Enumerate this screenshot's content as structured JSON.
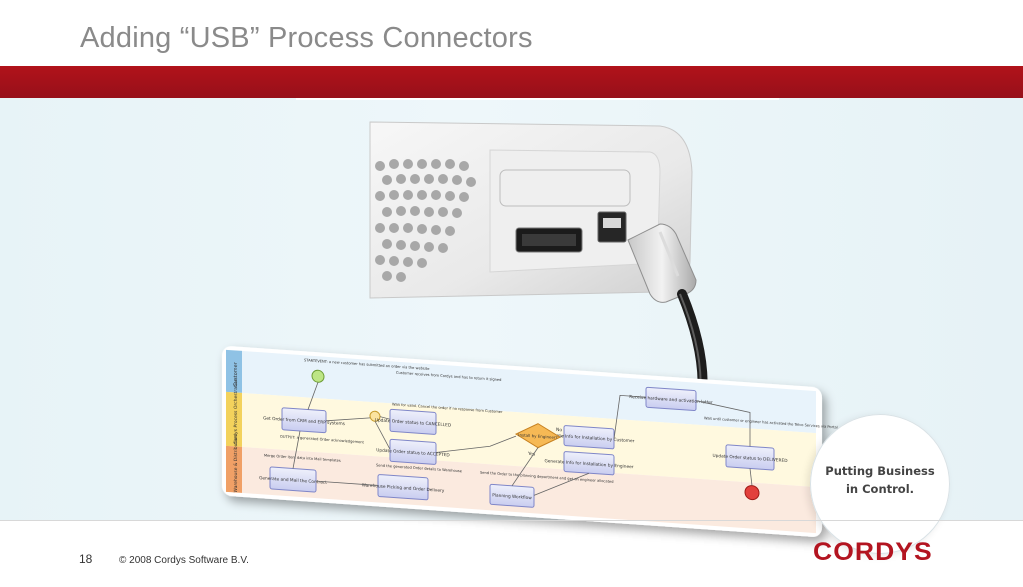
{
  "slide": {
    "title": "Adding “USB” Process Connectors",
    "page_number": "18",
    "copyright": "© 2008 Cordys Software B.V.",
    "logo_text": "CORDYS"
  },
  "badge": {
    "line1": "Putting Business",
    "line2": "in Control."
  },
  "diagram": {
    "lanes": [
      "Customer",
      "Cordys Process Orchestration",
      "Warehouse & Distribution"
    ],
    "tasks": {
      "get_order": "Get Order from CRM and ERP systems",
      "update_cancelled": "Update Order status to CANCELLED",
      "update_accepted": "Update Order status to ACCEPTED",
      "generate_mail": "Generate and Mail the Contract",
      "warehouse": "Warehouse Picking and Order Delivery",
      "gen_customer": "Generate Info for Installation by Customer",
      "gen_engineer": "Generate Info for Installation by Engineer",
      "planning": "Planning Workflow",
      "receive_hw": "Receive hardware and activation letter",
      "update_delivered": "Update Order status to DELIVERED"
    },
    "gateway": "Install by Engineer?",
    "gateway_no": "No",
    "gateway_yes": "Yes",
    "notes": {
      "start_event": "STARTEVENT: a new customer has submitted an order via the website",
      "customer_receives": "Customer receives from Cordys and has to return it signed",
      "wait_valid": "Wait for valid. Cancel the order if no response from Customer",
      "output": "OUTPUT: a generated Order acknowledgement",
      "merge": "Merge Order item data into Mail templates",
      "send_order": "Send the generated Order details to Warehouse",
      "send_planning": "Send the Order to the planning department and get an engineer allocated",
      "wait_end": "Wait until customer or engineer has activated the Telco Services via Portal"
    }
  }
}
